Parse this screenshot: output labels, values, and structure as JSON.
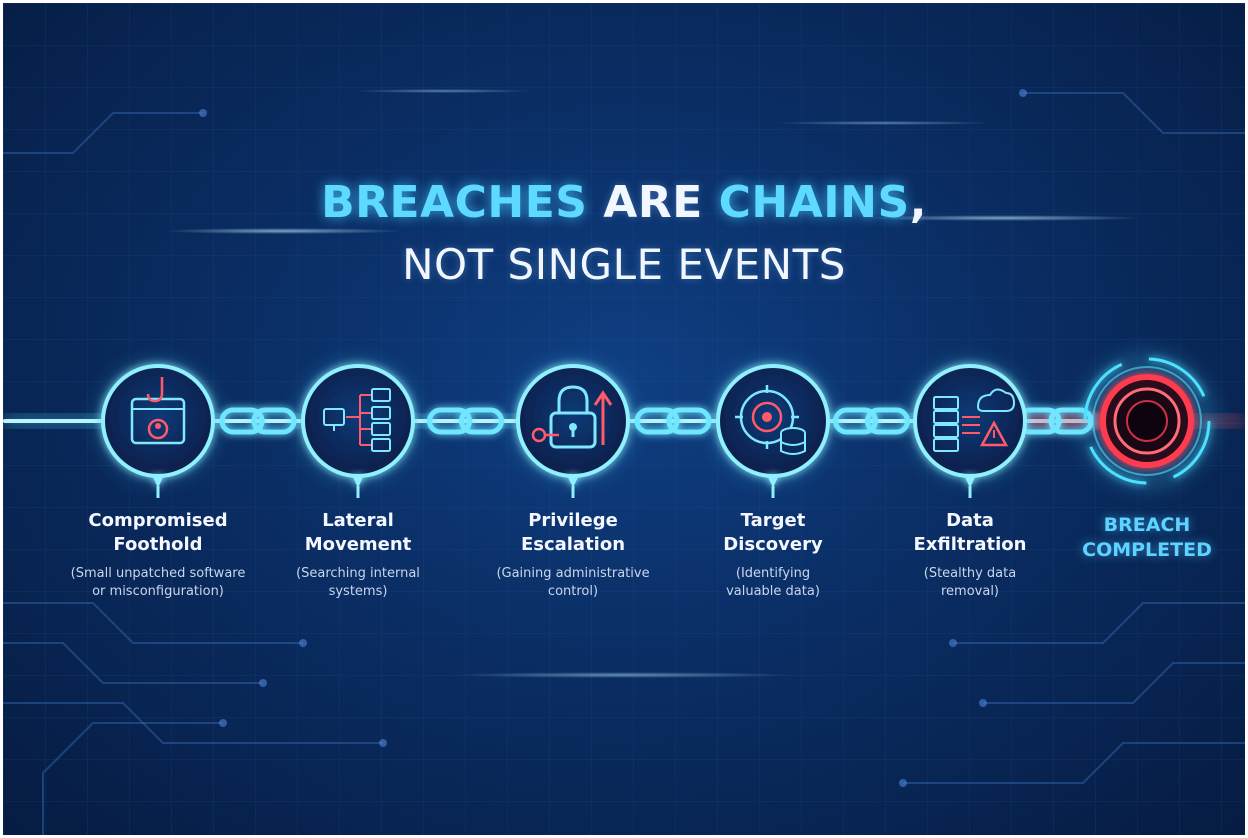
{
  "headline": {
    "line1_part1": "BREACHES",
    "line1_part2": "ARE",
    "line1_part3": "CHAINS",
    "line1_part4": ",",
    "line2": "NOT SINGLE EVENTS"
  },
  "stages": [
    {
      "title_line1": "Compromised",
      "title_line2": "Foothold",
      "sub_line1": "(Small unpatched software",
      "sub_line2": "or misconfiguration)",
      "icon": "phishing-hook-icon"
    },
    {
      "title_line1": "Lateral",
      "title_line2": "Movement",
      "sub_line1": "(Searching internal",
      "sub_line2": "systems)",
      "icon": "network-servers-icon"
    },
    {
      "title_line1": "Privilege",
      "title_line2": "Escalation",
      "sub_line1": "(Gaining administrative",
      "sub_line2": "control)",
      "icon": "padlock-key-icon"
    },
    {
      "title_line1": "Target",
      "title_line2": "Discovery",
      "sub_line1": "(Identifying",
      "sub_line2": "valuable data)",
      "icon": "target-database-icon"
    },
    {
      "title_line1": "Data",
      "title_line2": "Exfiltration",
      "sub_line1": "(Stealthy data",
      "sub_line2": "removal)",
      "icon": "server-cloud-alert-icon"
    }
  ],
  "final": {
    "line1": "BREACH",
    "line2": "COMPLETED",
    "icon": "red-breach-ring-icon"
  },
  "colors": {
    "accent": "#5ed9ff",
    "glow": "#3fd0ff",
    "alert": "#ff3b4f",
    "background": "#0a2d63"
  }
}
